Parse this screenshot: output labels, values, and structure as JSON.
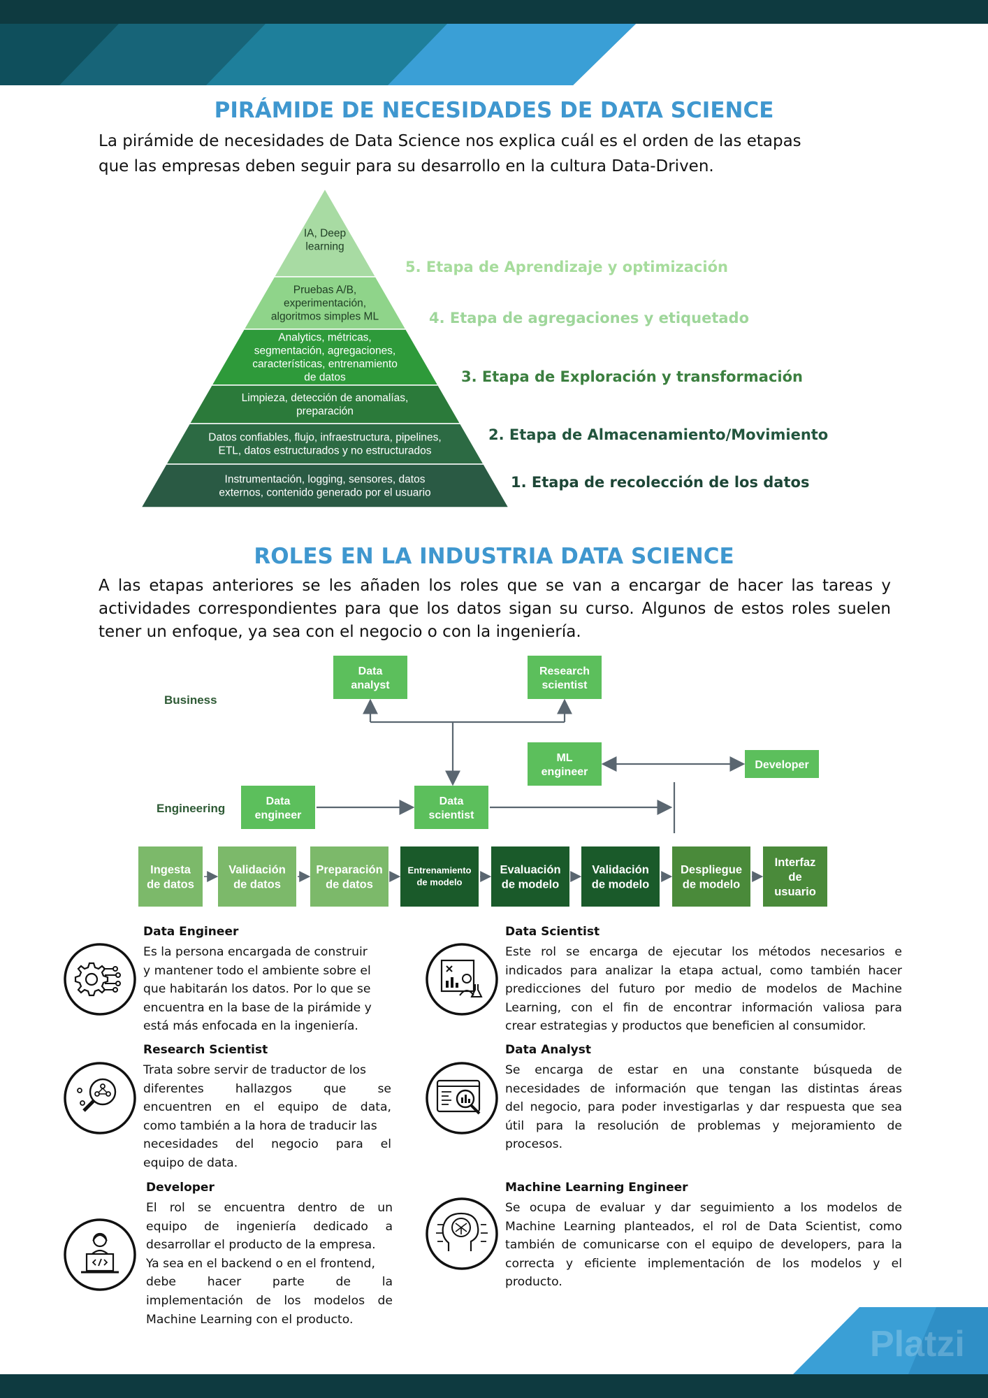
{
  "pyramid_section": {
    "title": "PIRÁMIDE DE NECESIDADES DE DATA SCIENCE",
    "intro_line1": "La pirámide de necesidades de Data Science nos explica cuál es el orden de las etapas",
    "intro_line2": "que las empresas deben seguir para su desarrollo en la cultura Data-Driven.",
    "levels": [
      {
        "lines": [
          "IA, Deep",
          "learning"
        ],
        "color": "#a8dba3"
      },
      {
        "lines": [
          "Pruebas A/B,",
          "experimentación,",
          "algoritmos simples ML"
        ],
        "color": "#8fd48a"
      },
      {
        "lines": [
          "Analytics, métricas,",
          "segmentación, agregaciones,",
          "características, entrenamiento",
          "de datos"
        ],
        "color": "#2e9a3a"
      },
      {
        "lines": [
          "Limpieza, detección de anomalías,",
          "preparación"
        ],
        "color": "#2b7a3a"
      },
      {
        "lines": [
          "Datos confiables, flujo, infraestructura, pipelines,",
          "ETL, datos estructurados y no estructurados"
        ],
        "color": "#2c6a43"
      },
      {
        "lines": [
          "Instrumentación, logging, sensores, datos",
          "externos, contenido generado por el usuario"
        ],
        "color": "#2a5a44"
      }
    ],
    "stages": [
      {
        "label": "5. Etapa de Aprendizaje y optimización",
        "color": "#a6dc9c"
      },
      {
        "label": "4. Etapa de agregaciones y etiquetado",
        "color": "#9ed69a"
      },
      {
        "label": "3. Etapa de Exploración y transformación",
        "color": "#3b7f3f"
      },
      {
        "label": "2. Etapa de Almacenamiento/Movimiento",
        "color": "#22553d"
      },
      {
        "label": "1. Etapa de recolección de los datos",
        "color": "#1d4636"
      }
    ]
  },
  "roles_section": {
    "title": "ROLES EN LA INDUSTRIA DATA SCIENCE",
    "intro_lines": [
      "A las etapas anteriores se les añaden los roles que se van a encargar de hacer las tareas y",
      "actividades correspondientes para que los datos sigan su curso. Algunos de estos roles suelen",
      "tener un enfoque, ya sea con el negocio o con la ingeniería."
    ],
    "diagram": {
      "business_label": "Business",
      "engineering_label": "Engineering",
      "roles": [
        {
          "id": "data-analyst",
          "lines": [
            "Data",
            "analyst"
          ]
        },
        {
          "id": "research-scientist",
          "lines": [
            "Research",
            "scientist"
          ]
        },
        {
          "id": "ml-engineer",
          "lines": [
            "ML",
            "engineer"
          ]
        },
        {
          "id": "developer",
          "lines": [
            "Developer"
          ]
        },
        {
          "id": "data-engineer",
          "lines": [
            "Data",
            "engineer"
          ]
        },
        {
          "id": "data-scientist",
          "lines": [
            "Data",
            "scientist"
          ]
        }
      ],
      "pipeline": [
        {
          "lines": [
            "Ingesta",
            "de datos"
          ],
          "color": "#7cb96a"
        },
        {
          "lines": [
            "Validación",
            "de datos"
          ],
          "color": "#7cb96a"
        },
        {
          "lines": [
            "Preparación",
            "de datos"
          ],
          "color": "#7cb96a"
        },
        {
          "lines": [
            "Entrenamiento",
            "de modelo"
          ],
          "color": "#1a5a2a"
        },
        {
          "lines": [
            "Evaluación",
            "de modelo"
          ],
          "color": "#1a5a2a"
        },
        {
          "lines": [
            "Validación",
            "de modelo"
          ],
          "color": "#1a5a2a"
        },
        {
          "lines": [
            "Despliegue",
            "de modelo"
          ],
          "color": "#4a8a3a"
        },
        {
          "lines": [
            "Interfaz",
            "de",
            "usuario"
          ],
          "color": "#4a8a3a"
        }
      ]
    },
    "cards": [
      {
        "title": "Data Engineer",
        "icon": "gear-circuit-icon",
        "lines": [
          "Es la persona encargada de construir",
          "y mantener todo el ambiente sobre el",
          "que habitarán los datos. Por lo que se",
          "encuentra en la base de la pirámide y",
          "está más enfocada en la ingeniería."
        ]
      },
      {
        "title": "Data Scientist",
        "icon": "scientist-board-icon",
        "lines": [
          "Este rol se encarga de ejecutar los métodos necesarios e",
          "indicados para analizar la etapa actual, como también hacer",
          "predicciones del futuro por medio de modelos de Machine",
          "Learning, con el fin de encontrar información valiosa para",
          "crear estrategias y productos que beneficien al consumidor."
        ]
      },
      {
        "title": "Research Scientist",
        "icon": "magnifier-network-icon",
        "lines": [
          "Trata sobre servir de traductor de los",
          "diferentes hallazgos que se",
          "encuentren en el equipo de data,",
          "como también a la hora de traducir las",
          "necesidades del negocio para el",
          "equipo de data."
        ]
      },
      {
        "title": "Data Analyst",
        "icon": "browser-magnifier-icon",
        "lines": [
          "Se encarga de estar en una constante búsqueda de",
          "necesidades de información que tengan las distintas áreas",
          "del negocio, para poder investigarlas y dar respuesta que sea",
          "útil para la resolución de problemas y mejoramiento de",
          "procesos."
        ]
      },
      {
        "title": "Developer",
        "icon": "developer-laptop-icon",
        "lines": [
          "El rol se encuentra dentro de un",
          "equipo de ingeniería dedicado a",
          "desarrollar el producto de la empresa.",
          "Ya sea en el backend o en el frontend,",
          "debe hacer parte de la",
          "implementación de los modelos de",
          "Machine Learning con el producto."
        ]
      },
      {
        "title": "Machine Learning Engineer",
        "icon": "brain-head-icon",
        "lines": [
          "Se ocupa de evaluar y dar seguimiento a los modelos de",
          "Machine Learning planteados, el rol de Data Scientist, como",
          "también de comunicarse con el equipo de developers, para la",
          "correcta y eficiente implementación de los modelos y el",
          "producto."
        ]
      }
    ]
  },
  "footer": {
    "watermark": "Platzi"
  },
  "colors": {
    "title_blue": "#3f97cf",
    "dark_teal": "#0e3a40",
    "light_green": "#5cbf5c",
    "dark_green": "#1a5a2a"
  }
}
